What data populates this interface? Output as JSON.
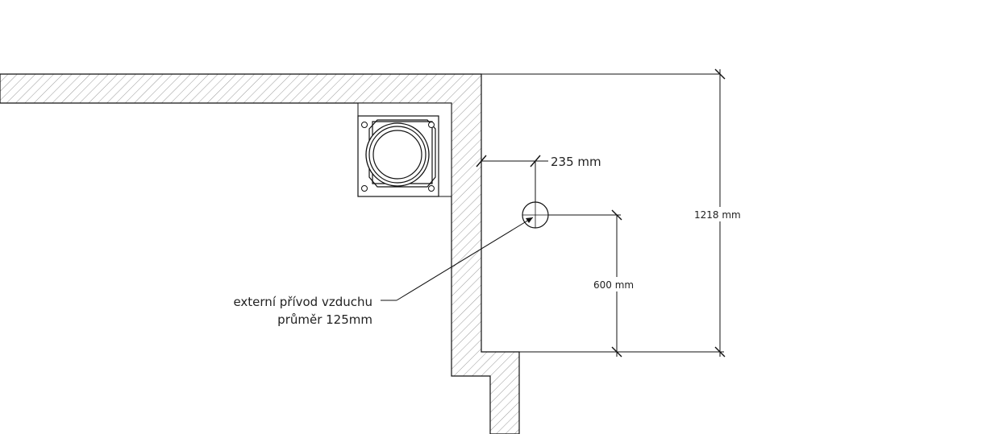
{
  "annotation": {
    "line1": "externí přívod vzduchu",
    "line2": "průměr 125mm"
  },
  "dimensions": {
    "offset_from_wall": "235 mm",
    "height_from_floor": "600 mm",
    "total_length": "1218 mm"
  },
  "colors": {
    "line": "#111111",
    "hatch": "#9a9a9a",
    "text": "#222222"
  }
}
